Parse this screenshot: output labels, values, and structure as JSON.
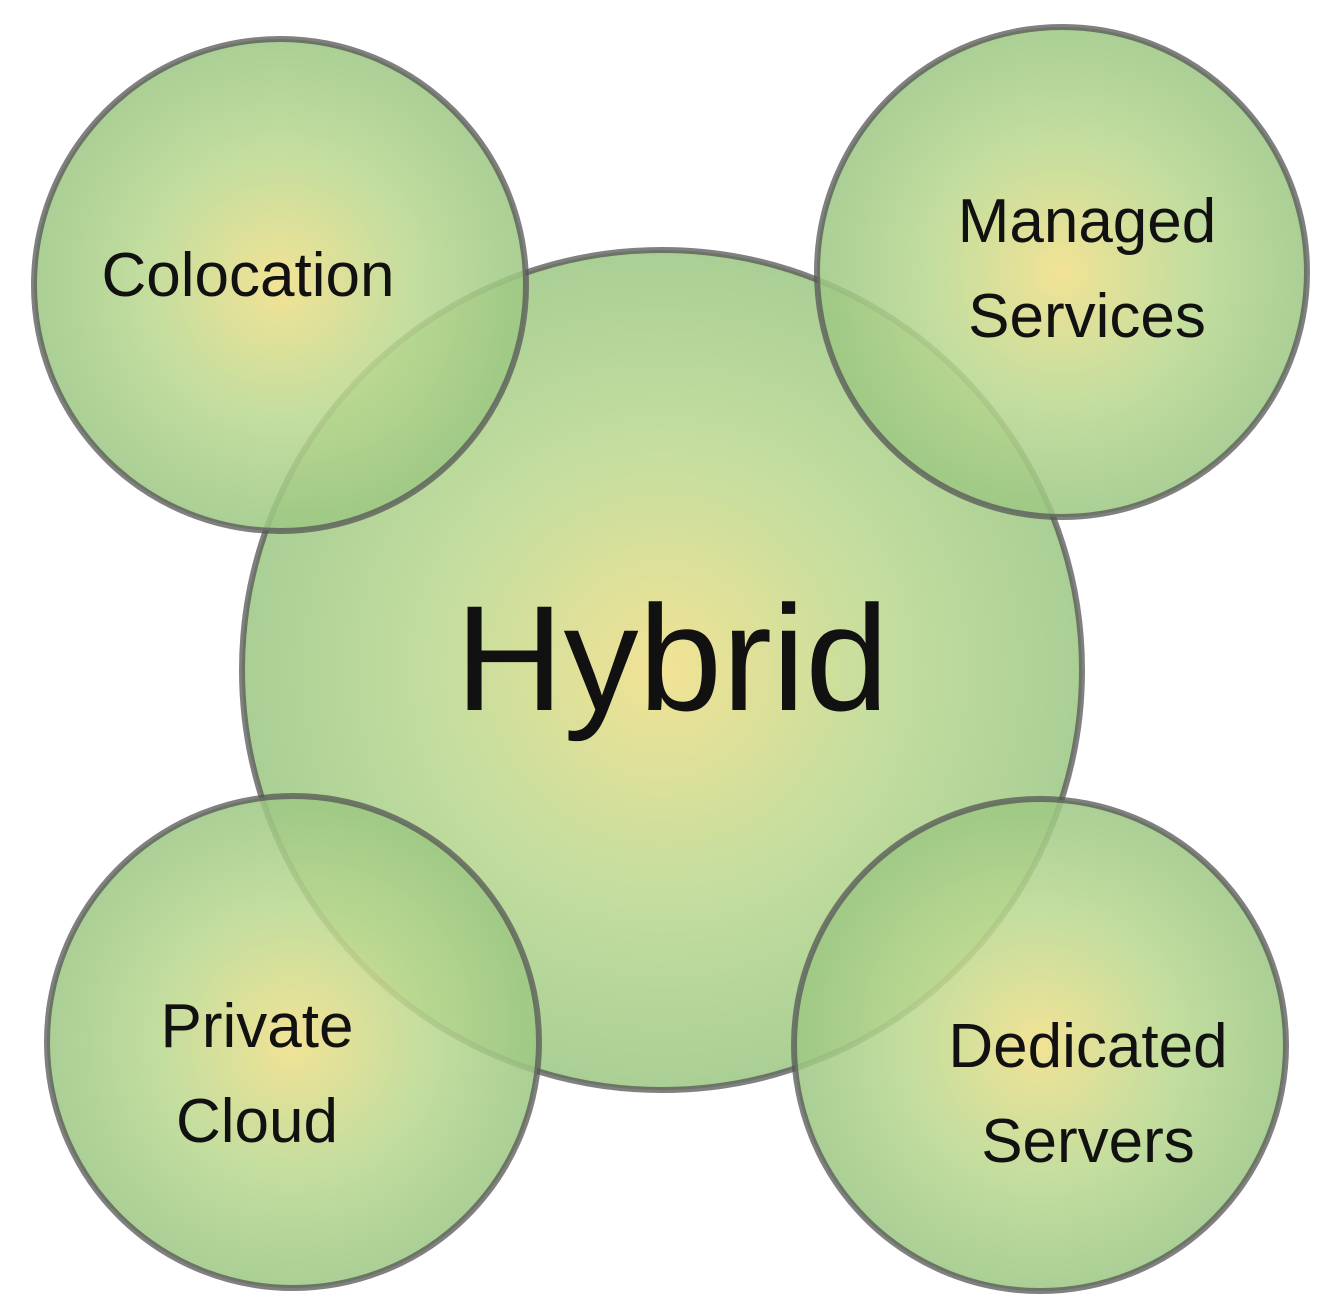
{
  "diagram": {
    "center": {
      "label": "Hybrid"
    },
    "satellites": [
      {
        "key": "colocation",
        "lines": [
          "Colocation"
        ]
      },
      {
        "key": "managed-services",
        "lines": [
          "Managed",
          "Services"
        ]
      },
      {
        "key": "private-cloud",
        "lines": [
          "Private",
          "Cloud"
        ]
      },
      {
        "key": "dedicated-servers",
        "lines": [
          "Dedicated",
          "Servers"
        ]
      }
    ]
  },
  "colors": {
    "circle_center_fill": "#efe08a",
    "circle_edge_fill": "#a9d18e",
    "circle_stroke": "#555555",
    "background": "#ffffff"
  }
}
